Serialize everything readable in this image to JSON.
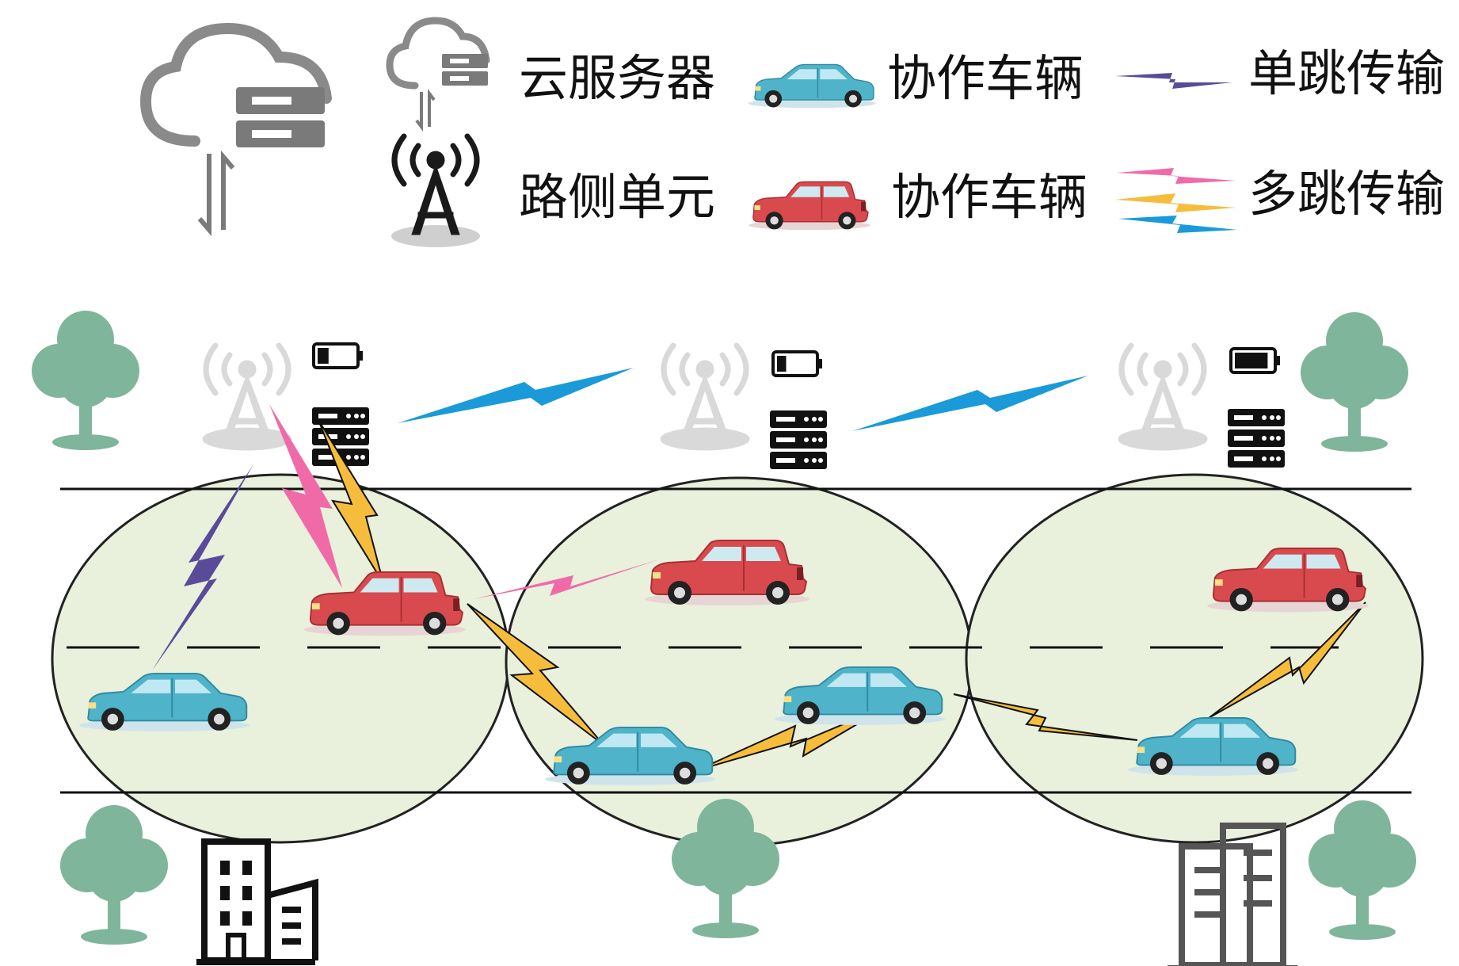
{
  "legend": {
    "cloud_server": "云服务器",
    "rsu": "路侧单元",
    "cooperative_vehicle_blue": "协作车辆",
    "cooperative_vehicle_red": "协作车辆",
    "single_hop": "单跳传输",
    "multi_hop": "多跳传输"
  },
  "icons": {
    "cloud_server": "cloud-server-icon",
    "rsu": "rsu-tower-icon",
    "edge_server": "server-rack-icon",
    "battery": "battery-icon",
    "tree": "tree-icon",
    "building": "building-icon"
  },
  "rsu_battery_levels": [
    0.3,
    0.25,
    0.9
  ],
  "colors": {
    "single_hop": "#5a4a9a",
    "multi_hop_pink": "#f06aa8",
    "multi_hop_yellow": "#f6bd3c",
    "multi_hop_blue": "#1a9ad8",
    "blue_car": "#4fb3c9",
    "red_car": "#d94a4e",
    "coverage_fill": "#e9f0dc",
    "tree": "#7fb59a",
    "road_line": "#111111"
  }
}
